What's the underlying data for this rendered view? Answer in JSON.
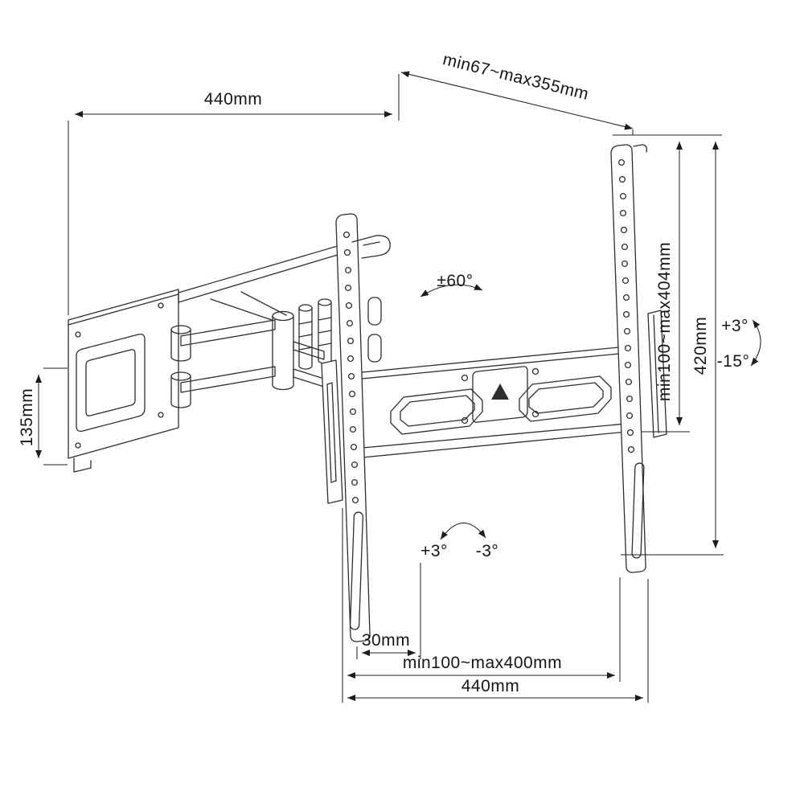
{
  "labels": {
    "top_width": "440mm",
    "extension_range": "min67~max355mm",
    "plate_height": "135mm",
    "swivel_angle": "±60°",
    "height_range": "min100~max404mm",
    "bracket_height": "420mm",
    "tilt_up": "+3°",
    "tilt_down": "-15°",
    "rotate_plus": "+3°",
    "rotate_minus": "-3°",
    "bottom_offset": "30mm",
    "vesa_width_range": "min100~max400mm",
    "bottom_width": "440mm"
  }
}
